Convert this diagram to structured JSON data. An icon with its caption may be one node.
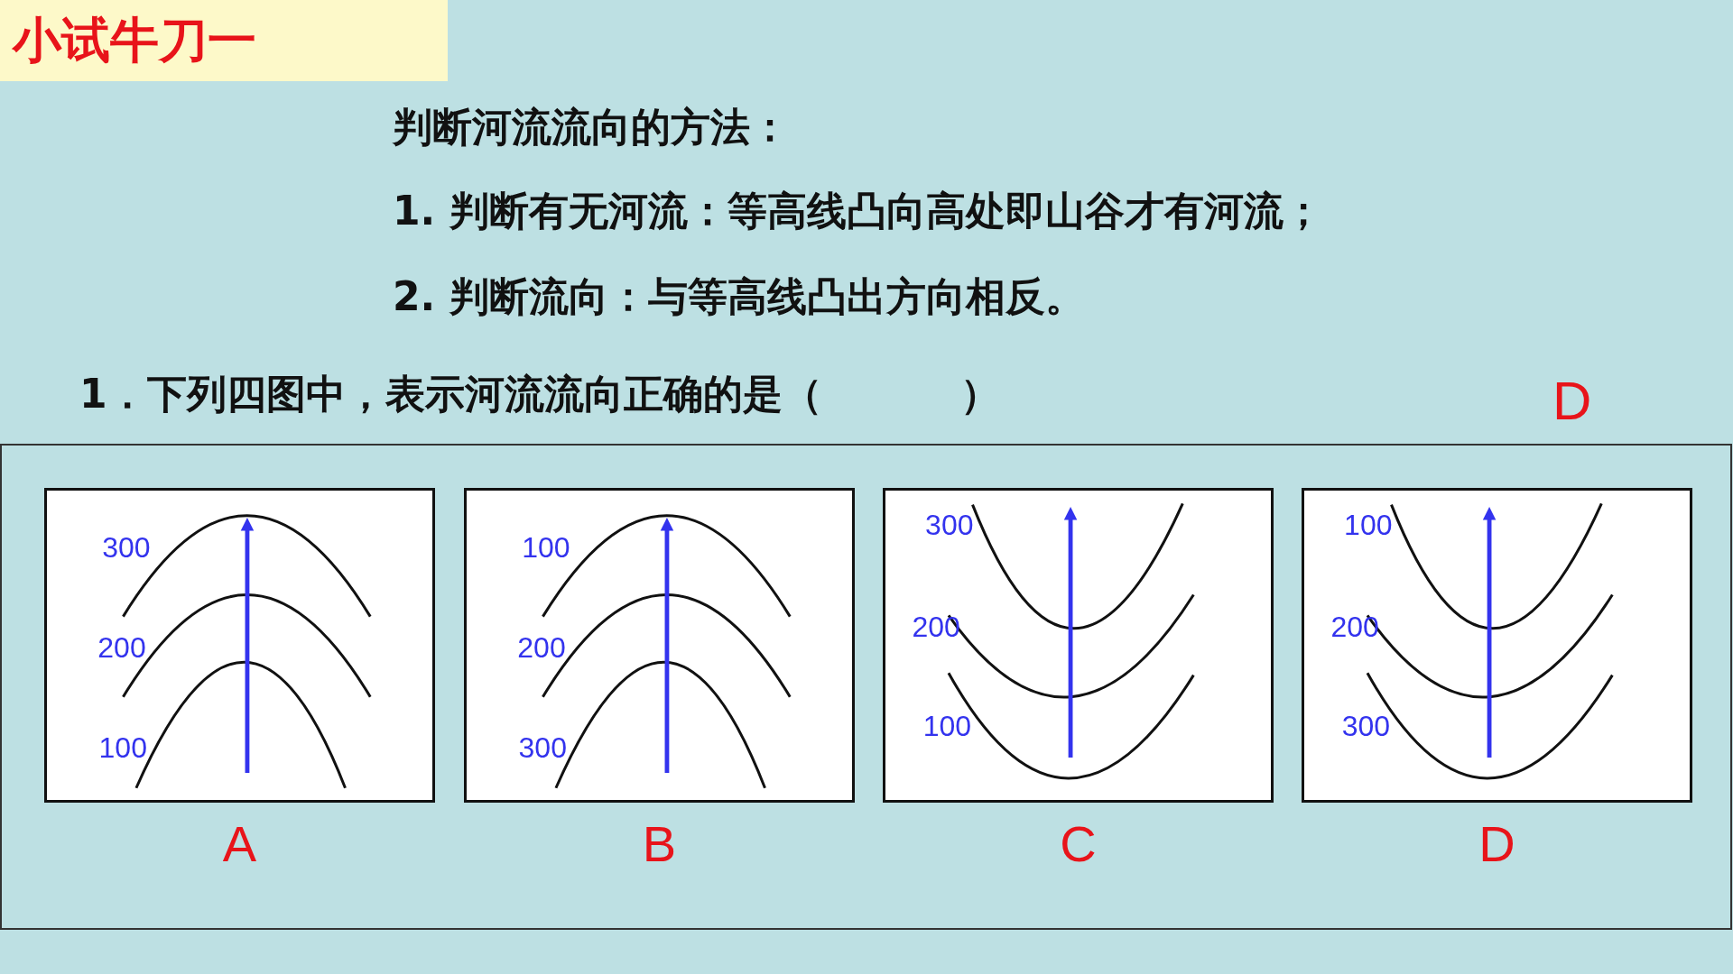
{
  "diagram": {
    "title": "小试牛刀一",
    "nodes": [
      {
        "text": [],
        "shape": "box"
      },
      {
        "text": [
          "300",
          "200",
          "100"
        ],
        "in": 0,
        "beside": [
          "A"
        ]
      },
      {
        "text": [
          "100",
          "200",
          "300"
        ],
        "in": 0,
        "beside": [
          "B"
        ]
      },
      {
        "text": [
          "300",
          "200",
          "100"
        ],
        "in": 0,
        "beside": [
          "C"
        ]
      },
      {
        "text": [
          "100",
          "200",
          "300"
        ],
        "in": 0,
        "beside": [
          "D"
        ]
      }
    ],
    "labels": [
      "判断河流流向的方法：",
      "1. 判断有无河流：等高线凸向高处即山谷才有河流；",
      "2. 判断流向：与等高线凸出方向相反。",
      "1．下列四图中，表示河流流向正确的是（          ）",
      "D"
    ]
  }
}
